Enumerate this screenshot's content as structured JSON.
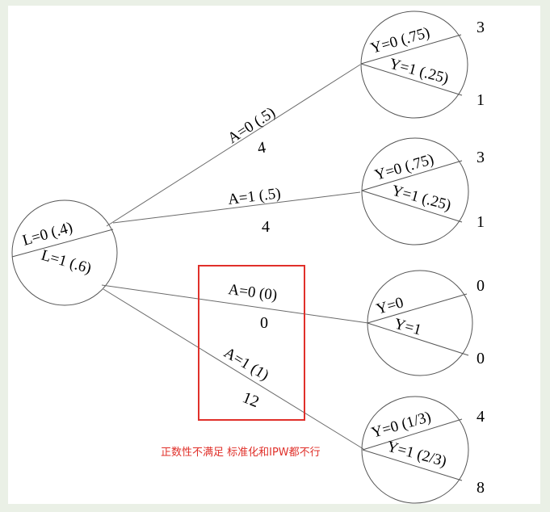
{
  "root": {
    "labels": [
      "L=0 (.4)",
      "L=1 (.6)"
    ]
  },
  "branches": [
    {
      "label": "A=0 (.5)",
      "value": "4"
    },
    {
      "label": "A=1 (.5)",
      "value": "4"
    },
    {
      "label": "A=0 (0)",
      "value": "0"
    },
    {
      "label": "A=1 (1)",
      "value": "12"
    }
  ],
  "leaves": [
    {
      "labels": [
        "Y=0 (.75)",
        "Y=1 (.25)"
      ],
      "outcomes": [
        "3",
        "1"
      ]
    },
    {
      "labels": [
        "Y=0 (.75)",
        "Y=1 (.25)"
      ],
      "outcomes": [
        "3",
        "1"
      ]
    },
    {
      "labels": [
        "Y=0",
        "Y=1"
      ],
      "outcomes": [
        "0",
        "0"
      ]
    },
    {
      "labels": [
        "Y=0 (1/3)",
        "Y=1 (2/3)"
      ],
      "outcomes": [
        "4",
        "8"
      ]
    }
  ],
  "annotation": {
    "note": "正数性不满足 标准化和IPW都不行",
    "highlight_color": "#e0302a"
  }
}
